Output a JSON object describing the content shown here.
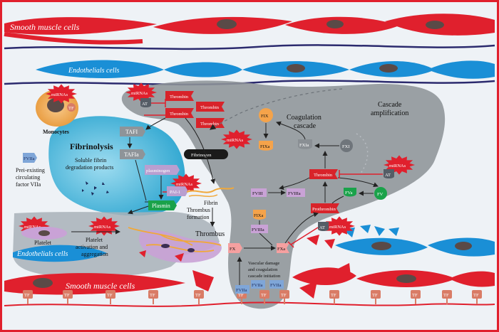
{
  "tissue": {
    "smooth_muscle_top": "Smooth muscle cells",
    "endothelial_top": "Endothelials cells",
    "endothelial_bottom": "Endothelials cells",
    "smooth_muscle_bottom": "Smooth muscle cells"
  },
  "monocytes": {
    "label": "Monocytes",
    "tf": "TF"
  },
  "mirnas": "miRNAs",
  "preexisting": {
    "badge": "FVIIa",
    "text_line1": "Prei-existing",
    "text_line2": "circulating",
    "text_line3": "factor VIIa"
  },
  "fibrinolysis": {
    "title": "Fibrinolysis",
    "soluble_line1": "Soluble fibrin",
    "soluble_line2": "degradation products",
    "tafi": "TAFI",
    "tafia": "TAFIa",
    "plasminogen": "plasminogen",
    "pai1": "PAI-1",
    "plasmin": "Plasmin"
  },
  "thrombin_labels": [
    "Thrombin",
    "Thrombin",
    "Thrombin",
    "Thrombin",
    "Thrombin"
  ],
  "at_label": "AT",
  "fibrinogen": "Fibrinogen",
  "fibrin": "Fibrin",
  "thrombus_formation_line1": "Thrombus",
  "thrombus_formation_line2": "formation",
  "thrombus": "Thrombus",
  "platelet": {
    "label": "Platelet",
    "activation_line1": "Platelet",
    "activation_line2": "activation and",
    "activation_line3": "aggregation"
  },
  "cascade": {
    "coagulation_line1": "Coagulation",
    "coagulation_line2": "cascade",
    "amplification_line1": "Cascade",
    "amplification_line2": "amplification",
    "fix": "FIX",
    "fixa": "FIXa",
    "fxia": "FXIa",
    "fxi": "FXI",
    "fviii": "FVIII",
    "fviiia": "FVIIIa",
    "fva": "FVa",
    "fv": "FV",
    "prothrombin": "Prothrombin",
    "fixa2": "FIXa",
    "fviiia2": "FVIIIa",
    "fx": "FX",
    "fxa": "FXa",
    "vascular_line1": "Vascular damage",
    "vascular_line2": "and coagulation",
    "vascular_line3": "cascade initiation",
    "fviia": [
      "FVIIa",
      "FVIIa",
      "FVIIa"
    ]
  },
  "tf_label": "TF",
  "colors": {
    "smooth_muscle": "#e0202d",
    "endothelial": "#1a8fd6",
    "vessel_line": "#2b2a6e",
    "cascade_bg": "#8e9499",
    "fibrinolysis_bg": "#3fb0d4",
    "thrombin": "#d8232a",
    "factor": "#f5a34a",
    "green": "#1aa24a",
    "purple": "#c9a2d6",
    "tf": "#d97c66",
    "frame": "#e0202d"
  }
}
